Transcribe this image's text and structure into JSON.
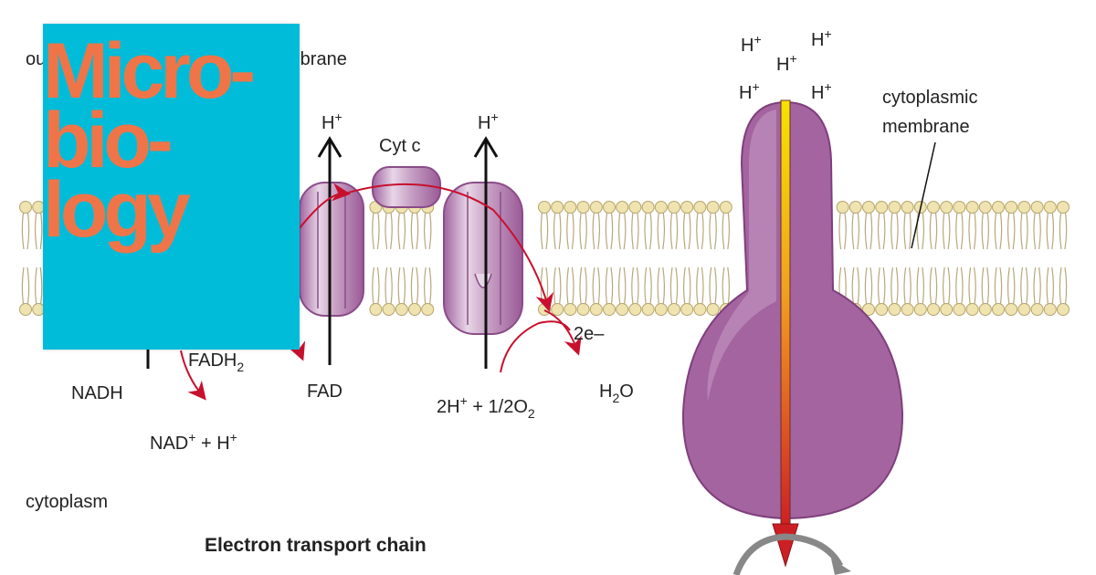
{
  "labels": {
    "outer_membrane_left": "ou",
    "outer_membrane_right": "mbrane",
    "h_plus": "H",
    "plus_sign": "+",
    "cyt_c": "Cyt c",
    "two_e": "2e–",
    "h2o_h": "H",
    "h2o_sub": "2",
    "h2o_o": "O",
    "proton_reaction_a": "2H",
    "proton_reaction_b": " + 1/2O",
    "proton_reaction_sub": "2",
    "fadh": "FADH",
    "fadh_sub": "2",
    "fad": "FAD",
    "nadh": "NADH",
    "nad": "NAD",
    "nad_rest": " + H",
    "cytoplasm": "cytoplasm",
    "cytoplasmic_membrane_line1": "cytoplasmic",
    "cytoplasmic_membrane_line2": "membrane",
    "title": "Electron transport chain"
  },
  "cover": {
    "title": "Micro-\nbio-\nlogy"
  },
  "colors": {
    "cover_bg": "#00bcd9",
    "cover_text": "#ef7548",
    "protein": "#a565a1",
    "lipid_head": "#efe3b0",
    "arrow_red": "#c8102e"
  }
}
